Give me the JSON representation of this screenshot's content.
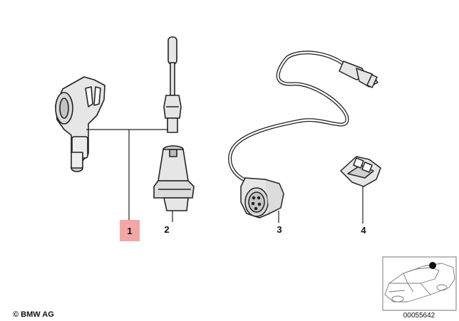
{
  "callouts": [
    {
      "label": "1",
      "highlighted": true
    },
    {
      "label": "2",
      "highlighted": false
    },
    {
      "label": "3",
      "highlighted": false
    },
    {
      "label": "4",
      "highlighted": false
    }
  ],
  "footer": {
    "brand": "BMW AG",
    "copyright_symbol": "©",
    "diagram_number": "00055642"
  },
  "colors": {
    "highlight": "#f4a6a6",
    "line": "#222222",
    "shade": "#cfcfcf"
  }
}
